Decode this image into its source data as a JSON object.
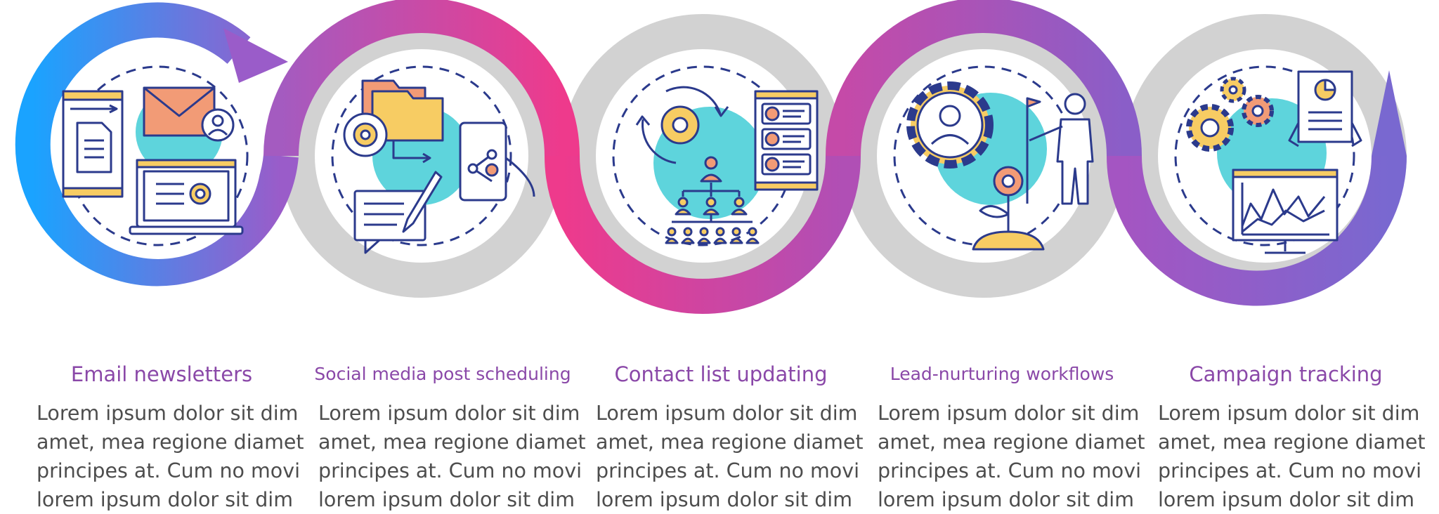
{
  "colors": {
    "blue": "#1aa3ff",
    "violet": "#9a5cc9",
    "magenta": "#e6378f",
    "gray": "#d2d2d2",
    "teal": "#5ed4dc",
    "orange": "#f29b76",
    "yellow": "#f7cc63",
    "navy": "#2b3a8c",
    "title": "#8a48a8",
    "body": "#4d4d4d"
  },
  "steps": [
    {
      "title": "Email newsletters",
      "icon": "email-newsletter-icon",
      "body": [
        "Lorem ipsum dolor sit dim",
        "amet, mea regione diamet",
        "principes at. Cum no movi",
        "lorem ipsum dolor sit dim"
      ]
    },
    {
      "title": "Social media post scheduling",
      "icon": "social-media-scheduling-icon",
      "body": [
        "Lorem ipsum dolor sit dim",
        "amet, mea regione diamet",
        "principes at. Cum no movi",
        "lorem ipsum dolor sit dim"
      ]
    },
    {
      "title": "Contact list updating",
      "icon": "contact-list-icon",
      "body": [
        "Lorem ipsum dolor sit dim",
        "amet, mea regione diamet",
        "principes at. Cum no movi",
        "lorem ipsum dolor sit dim"
      ]
    },
    {
      "title": "Lead-nurturing workflows",
      "icon": "lead-nurturing-icon",
      "body": [
        "Lorem ipsum dolor sit dim",
        "amet, mea regione diamet",
        "principes at. Cum no movi",
        "lorem ipsum dolor sit dim"
      ]
    },
    {
      "title": "Campaign tracking",
      "icon": "campaign-tracking-icon",
      "body": [
        "Lorem ipsum dolor sit dim",
        "amet, mea regione diamet",
        "principes at. Cum no movi",
        "lorem ipsum dolor sit dim"
      ]
    }
  ]
}
